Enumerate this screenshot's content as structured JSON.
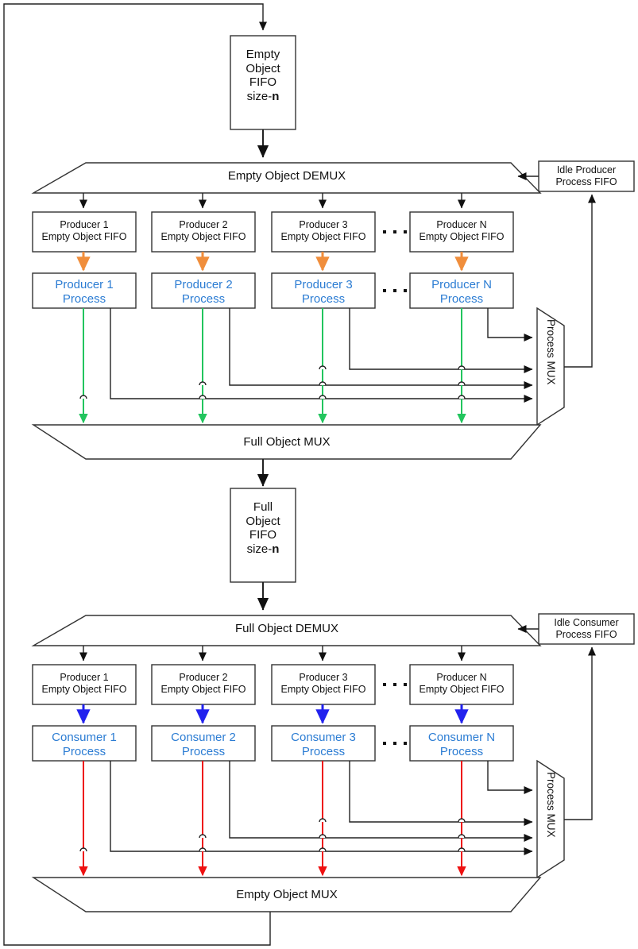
{
  "diagram": {
    "title": "Producer-Consumer FIFO pipeline",
    "colors": {
      "stroke": "#333333",
      "orange": "#F08E3C",
      "green": "#22C55E",
      "blue": "#2222EE",
      "red": "#EE1111",
      "process_text": "#2B7CD3",
      "text": "#111111"
    },
    "ellipsis_glyph": "•••"
  },
  "top_fifo": {
    "line1": "Empty",
    "line2": "Object",
    "line3": "FIFO",
    "line4_prefix": "size-",
    "line4_suffix": "n"
  },
  "mid_fifo": {
    "line1": "Full",
    "line2": "Object",
    "line3": "FIFO",
    "line4_prefix": "size-",
    "line4_suffix": "n"
  },
  "producer_section": {
    "demux_label": "Empty Object DEMUX",
    "mux_label": "Full Object MUX",
    "process_mux_label": "Process MUX",
    "idle_fifo": {
      "line1": "Idle Producer",
      "line2": "Process FIFO"
    },
    "columns": [
      {
        "fifo_line1": "Producer 1",
        "fifo_line2": "Empty Object FIFO",
        "proc_line1": "Producer 1",
        "proc_line2": "Process"
      },
      {
        "fifo_line1": "Producer 2",
        "fifo_line2": "Empty Object FIFO",
        "proc_line1": "Producer 2",
        "proc_line2": "Process"
      },
      {
        "fifo_line1": "Producer 3",
        "fifo_line2": "Empty Object FIFO",
        "proc_line1": "Producer 3",
        "proc_line2": "Process"
      },
      {
        "fifo_line1": "Producer N",
        "fifo_line2": "Empty Object FIFO",
        "proc_line1": "Producer N",
        "proc_line2": "Process"
      }
    ]
  },
  "consumer_section": {
    "demux_label": "Full Object DEMUX",
    "mux_label": "Empty Object MUX",
    "process_mux_label": "Process MUX",
    "idle_fifo": {
      "line1": "Idle Consumer",
      "line2": "Process FIFO"
    },
    "columns": [
      {
        "fifo_line1": "Producer 1",
        "fifo_line2": "Empty Object FIFO",
        "proc_line1": "Consumer 1",
        "proc_line2": "Process"
      },
      {
        "fifo_line1": "Producer 2",
        "fifo_line2": "Empty Object FIFO",
        "proc_line1": "Consumer 2",
        "proc_line2": "Process"
      },
      {
        "fifo_line1": "Producer 3",
        "fifo_line2": "Empty Object FIFO",
        "proc_line1": "Consumer 3",
        "proc_line2": "Process"
      },
      {
        "fifo_line1": "Producer N",
        "fifo_line2": "Empty Object FIFO",
        "proc_line1": "Consumer N",
        "proc_line2": "Process"
      }
    ]
  }
}
